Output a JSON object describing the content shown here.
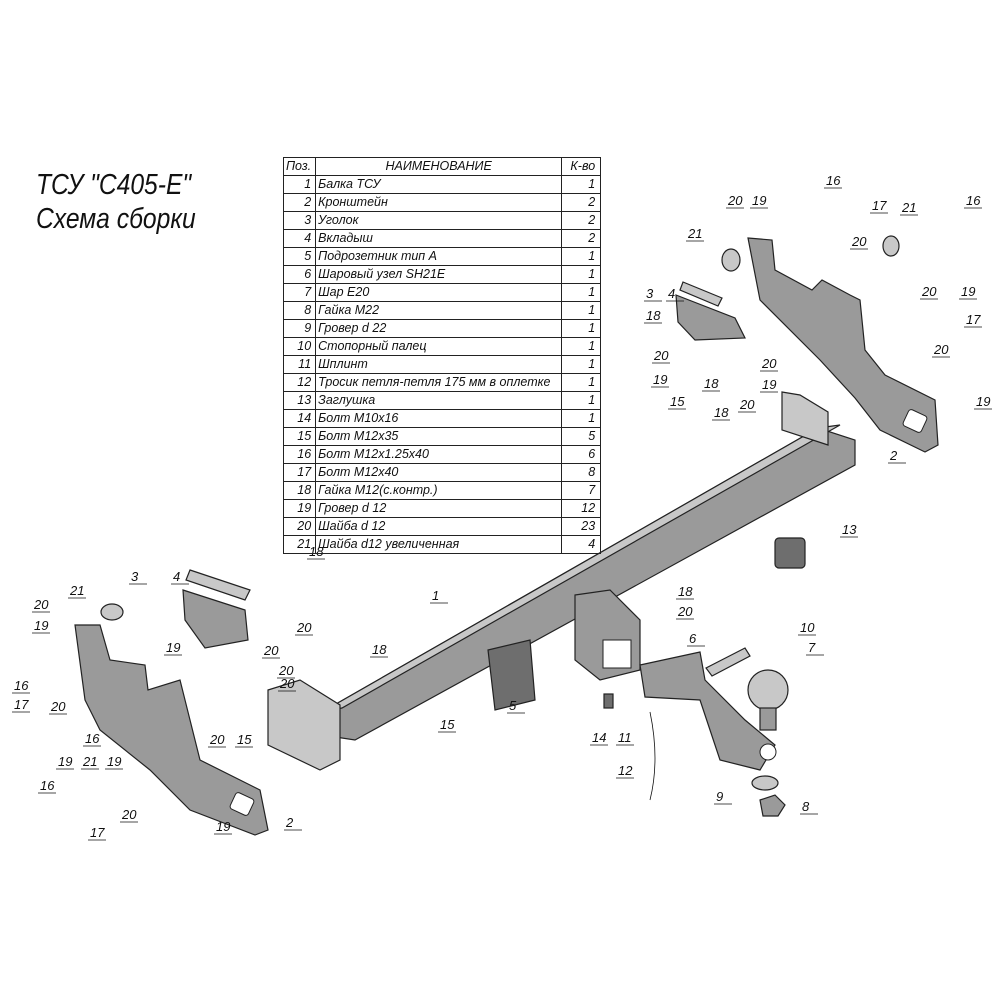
{
  "title": {
    "line1": "ТСУ \"С405-Е\"",
    "line2": "Схема сборки"
  },
  "table": {
    "headers": {
      "pos": "Поз.",
      "name": "НАИМЕНОВАНИЕ",
      "qty": "К-во"
    },
    "rows": [
      {
        "pos": "1",
        "name": "Балка ТСУ",
        "qty": "1"
      },
      {
        "pos": "2",
        "name": "Кронштейн",
        "qty": "2"
      },
      {
        "pos": "3",
        "name": "Уголок",
        "qty": "2"
      },
      {
        "pos": "4",
        "name": "Вкладыш",
        "qty": "2"
      },
      {
        "pos": "5",
        "name": "Подрозетник тип А",
        "qty": "1"
      },
      {
        "pos": "6",
        "name": "Шаровый узел SH21E",
        "qty": "1"
      },
      {
        "pos": "7",
        "name": "Шар Е20",
        "qty": "1"
      },
      {
        "pos": "8",
        "name": "Гайка М22",
        "qty": "1"
      },
      {
        "pos": "9",
        "name": "Гровер d 22",
        "qty": "1"
      },
      {
        "pos": "10",
        "name": "Стопорный палец",
        "qty": "1"
      },
      {
        "pos": "11",
        "name": "Шплинт",
        "qty": "1"
      },
      {
        "pos": "12",
        "name": "Тросик петля-петля 175 мм в оплетке",
        "qty": "1"
      },
      {
        "pos": "13",
        "name": "Заглушка",
        "qty": "1"
      },
      {
        "pos": "14",
        "name": "Болт М10х16",
        "qty": "1"
      },
      {
        "pos": "15",
        "name": "Болт М12х35",
        "qty": "5"
      },
      {
        "pos": "16",
        "name": "Болт М12х1.25х40",
        "qty": "6"
      },
      {
        "pos": "17",
        "name": "Болт М12х40",
        "qty": "8"
      },
      {
        "pos": "18",
        "name": "Гайка М12(с.контр.)",
        "qty": "7"
      },
      {
        "pos": "19",
        "name": "Гровер d 12",
        "qty": "12"
      },
      {
        "pos": "20",
        "name": "Шайба d 12",
        "qty": "23"
      },
      {
        "pos": "21",
        "name": "Шайба d12 увеличенная",
        "qty": "4"
      }
    ]
  },
  "callouts": [
    "16",
    "20",
    "19",
    "17",
    "21",
    "16",
    "20",
    "21",
    "20",
    "19",
    "3",
    "4",
    "18",
    "17",
    "20",
    "19",
    "20",
    "18",
    "15",
    "19",
    "20",
    "20",
    "19",
    "18",
    "2",
    "13",
    "3",
    "4",
    "18",
    "21",
    "20",
    "19",
    "16",
    "17",
    "20",
    "16",
    "21",
    "19",
    "16",
    "19",
    "20",
    "15",
    "19",
    "20",
    "20",
    "20",
    "2",
    "17",
    "20",
    "19",
    "18",
    "20",
    "1",
    "18",
    "20",
    "5",
    "15",
    "6",
    "10",
    "7",
    "14",
    "11",
    "12",
    "9",
    "8"
  ]
}
